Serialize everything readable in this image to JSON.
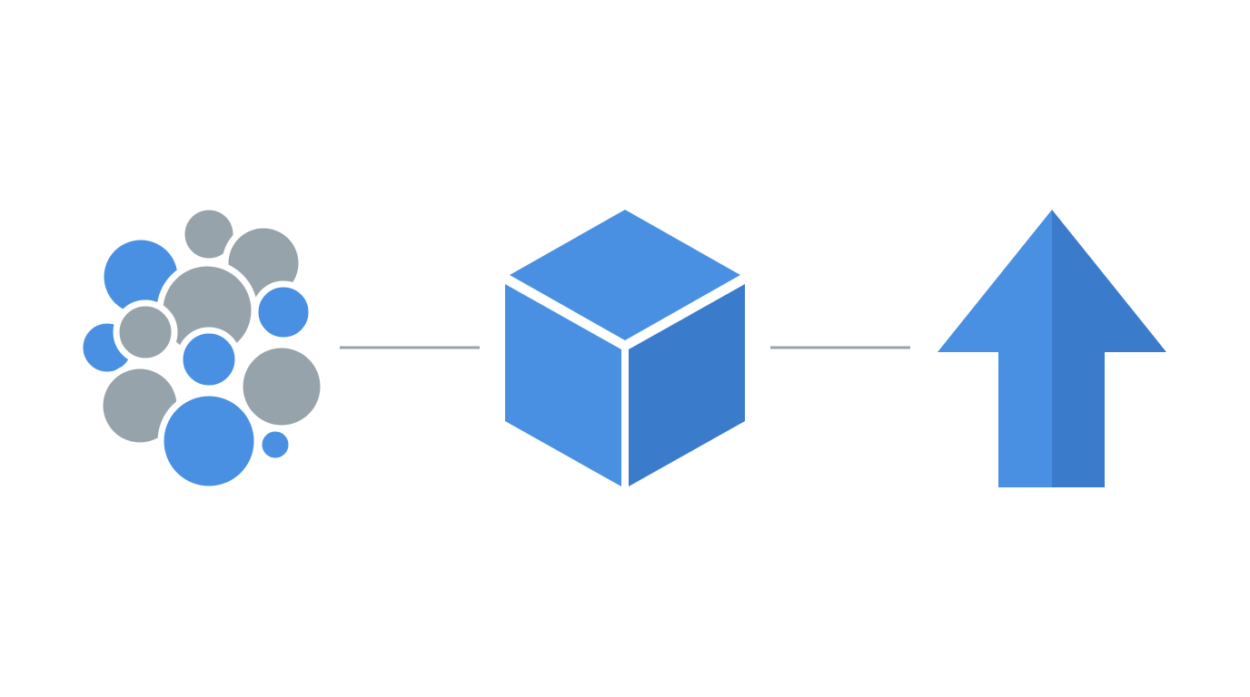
{
  "diagram": {
    "stages": [
      {
        "name": "scattered-circles",
        "description_icon": "circle-cluster-icon"
      },
      {
        "name": "cube",
        "description_icon": "cube-icon"
      },
      {
        "name": "up-arrow",
        "description_icon": "arrow-up-icon"
      }
    ],
    "connectors": 2
  },
  "colors": {
    "background": "#ffffff",
    "blue": "#4a90e2",
    "blue_dark": "#3a7bcc",
    "gray": "#97a3aa",
    "connector": "#9aa3a9",
    "gap": "#ffffff"
  }
}
